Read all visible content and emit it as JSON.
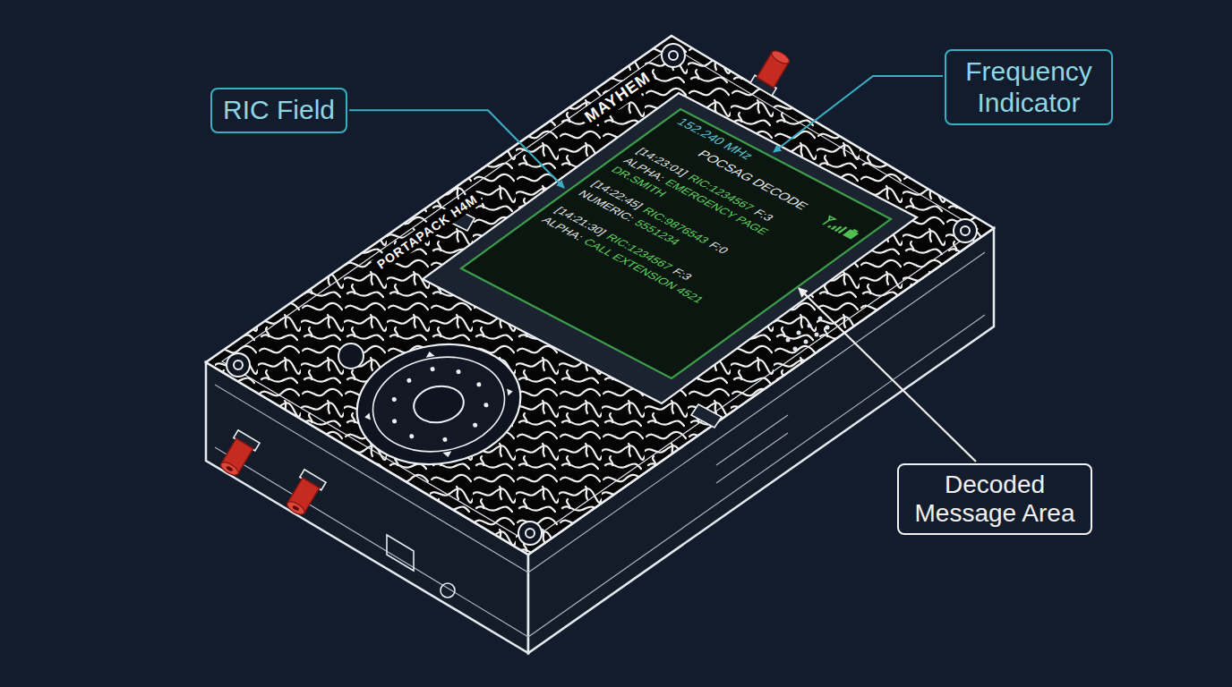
{
  "diagram": {
    "nodes": [
      {
        "text": [
          "RIC Field"
        ]
      },
      {
        "text": [
          "Frequency Indicator"
        ]
      },
      {
        "text": [
          "Decoded Message Area"
        ]
      }
    ],
    "labels": [
      "PORTAPACK H4M",
      "MAYHEM",
      "152.240 MHz",
      "POCSAG DECODE",
      "[14:23:01]",
      "RIC:1234567",
      "F:3",
      "ALPHA:",
      "EMERGENCY PAGE DR.SMITH",
      "[14:22:45]",
      "RIC:9876543",
      "F:0",
      "NUMERIC:",
      "5551234",
      "[14:21:30]",
      "RIC:1234567",
      "F:3",
      "ALPHA:",
      "CALL EXTENSION 4521"
    ]
  }
}
